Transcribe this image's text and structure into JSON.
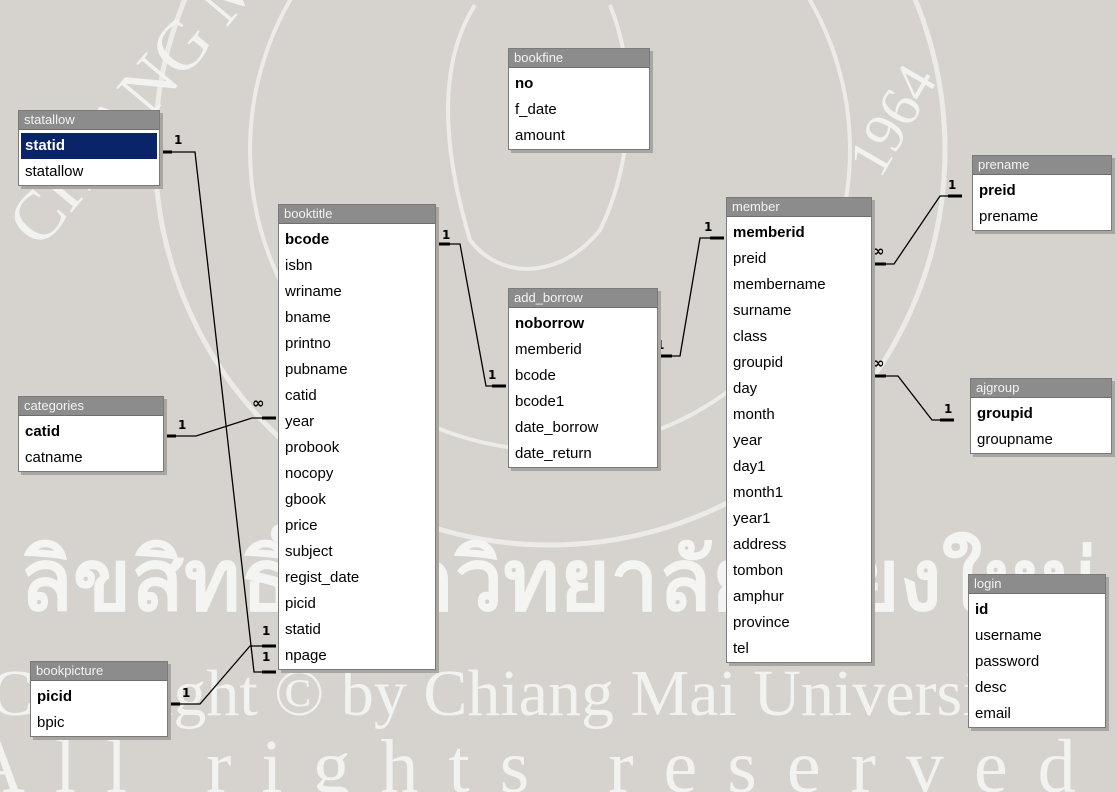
{
  "tables": [
    {
      "id": "statallow",
      "title": "statallow",
      "fields": [
        {
          "name": "statid",
          "pk": true,
          "selected": true
        },
        {
          "name": "statallow",
          "pk": false
        }
      ]
    },
    {
      "id": "categories",
      "title": "categories",
      "fields": [
        {
          "name": "catid",
          "pk": true
        },
        {
          "name": "catname",
          "pk": false
        }
      ]
    },
    {
      "id": "bookpicture",
      "title": "bookpicture",
      "fields": [
        {
          "name": "picid",
          "pk": true
        },
        {
          "name": "bpic",
          "pk": false
        }
      ]
    },
    {
      "id": "booktitle",
      "title": "booktitle",
      "fields": [
        {
          "name": "bcode",
          "pk": true
        },
        {
          "name": "isbn"
        },
        {
          "name": "wriname"
        },
        {
          "name": "bname"
        },
        {
          "name": "printno"
        },
        {
          "name": "pubname"
        },
        {
          "name": "catid"
        },
        {
          "name": "year"
        },
        {
          "name": "probook"
        },
        {
          "name": "nocopy"
        },
        {
          "name": "gbook"
        },
        {
          "name": "price"
        },
        {
          "name": "subject"
        },
        {
          "name": "regist_date"
        },
        {
          "name": "picid"
        },
        {
          "name": "statid"
        },
        {
          "name": "npage"
        }
      ]
    },
    {
      "id": "bookfine",
      "title": "bookfine",
      "fields": [
        {
          "name": "no",
          "pk": true
        },
        {
          "name": "f_date"
        },
        {
          "name": "amount"
        }
      ]
    },
    {
      "id": "add_borrow",
      "title": "add_borrow",
      "fields": [
        {
          "name": "noborrow",
          "pk": true
        },
        {
          "name": "memberid"
        },
        {
          "name": "bcode"
        },
        {
          "name": "bcode1"
        },
        {
          "name": "date_borrow"
        },
        {
          "name": "date_return"
        }
      ]
    },
    {
      "id": "member",
      "title": "member",
      "fields": [
        {
          "name": "memberid",
          "pk": true
        },
        {
          "name": "preid"
        },
        {
          "name": "membername"
        },
        {
          "name": "surname"
        },
        {
          "name": "class"
        },
        {
          "name": "groupid"
        },
        {
          "name": "day"
        },
        {
          "name": "month"
        },
        {
          "name": "year"
        },
        {
          "name": "day1"
        },
        {
          "name": "month1"
        },
        {
          "name": "year1"
        },
        {
          "name": "address"
        },
        {
          "name": "tombon"
        },
        {
          "name": "amphur"
        },
        {
          "name": "province"
        },
        {
          "name": "tel"
        }
      ]
    },
    {
      "id": "prename",
      "title": "prename",
      "fields": [
        {
          "name": "preid",
          "pk": true
        },
        {
          "name": "prename"
        }
      ]
    },
    {
      "id": "ajgroup",
      "title": "ajgroup",
      "fields": [
        {
          "name": "groupid",
          "pk": true
        },
        {
          "name": "groupname"
        }
      ]
    },
    {
      "id": "login",
      "title": "login",
      "fields": [
        {
          "name": "id",
          "pk": true
        },
        {
          "name": "username"
        },
        {
          "name": "password"
        },
        {
          "name": "desc"
        },
        {
          "name": "email"
        }
      ]
    }
  ],
  "cardinality": {
    "one": "1",
    "many": "∞"
  },
  "watermark": {
    "ring_top": "CHIANG MAI UNIVERSITY",
    "ring_year": "1964",
    "thai_line": "ลิขสิทธิ์มหาวิทยาลัยเชียงใหม่",
    "copyright_line": "Copyright © by Chiang Mai University",
    "rights_line": "All rights reserved"
  }
}
